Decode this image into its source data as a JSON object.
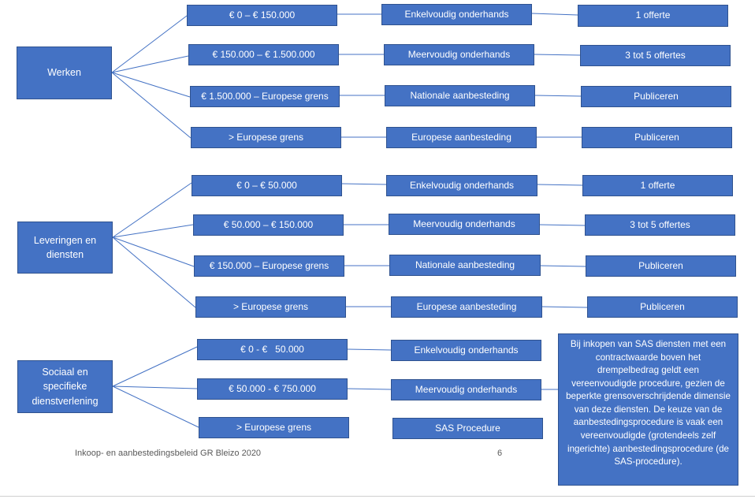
{
  "colors": {
    "box_fill": "#4472c4",
    "box_border": "#2f528f",
    "connector": "#4472c4",
    "text": "#ffffff"
  },
  "groups": [
    {
      "label": "Werken",
      "rows": [
        {
          "range": "€ 0 – € 150.000",
          "procedure": "Enkelvoudig onderhands",
          "result": "1 offerte"
        },
        {
          "range": "€ 150.000 – € 1.500.000",
          "procedure": "Meervoudig onderhands",
          "result": "3 tot 5 offertes"
        },
        {
          "range": "€ 1.500.000 – Europese grens",
          "procedure": "Nationale aanbesteding",
          "result": "Publiceren"
        },
        {
          "range": "> Europese grens",
          "procedure": "Europese aanbesteding",
          "result": "Publiceren"
        }
      ]
    },
    {
      "label": "Leveringen en diensten",
      "rows": [
        {
          "range": "€ 0 – € 50.000",
          "procedure": "Enkelvoudig onderhands",
          "result": "1 offerte"
        },
        {
          "range": "€ 50.000 – € 150.000",
          "procedure": "Meervoudig onderhands",
          "result": "3 tot 5 offertes"
        },
        {
          "range": "€ 150.000 – Europese grens",
          "procedure": "Nationale aanbesteding",
          "result": "Publiceren"
        },
        {
          "range": "> Europese grens",
          "procedure": "Europese aanbesteding",
          "result": "Publiceren"
        }
      ]
    },
    {
      "label": "Sociaal en specifieke dienstverlening",
      "rows": [
        {
          "range": "€ 0 - €   50.000",
          "procedure": "Enkelvoudig onderhands"
        },
        {
          "range": "€ 50.000 - € 750.000",
          "procedure": "Meervoudig onderhands"
        },
        {
          "range": "> Europese grens",
          "procedure": "SAS Procedure"
        }
      ]
    }
  ],
  "note": "Bij inkopen van SAS diensten met een contractwaarde boven het drempelbedrag geldt een vereenvoudigde procedure, gezien de beperkte grensoverschrijdende dimensie van deze diensten. De keuze van de aanbestedingsprocedure is vaak een vereenvoudigde (grotendeels zelf ingerichte) aanbestedingsprocedure (de SAS-procedure).",
  "footer": {
    "title": "Inkoop- en aanbestedingsbeleid GR Bleizo 2020",
    "page": "6"
  }
}
